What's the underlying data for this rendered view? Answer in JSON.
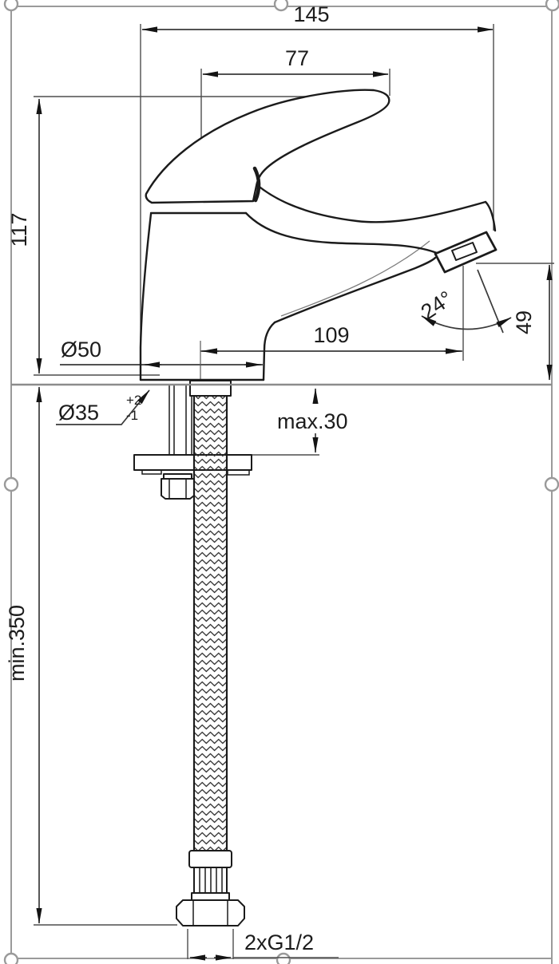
{
  "drawing": {
    "labels": {
      "overall_length": "145",
      "lever_length": "77",
      "body_height": "117",
      "base_diameter": "Ø50",
      "hole_diameter": "Ø35",
      "hole_tol_upper": "+2",
      "hole_tol_lower": "-1",
      "spout_reach": "109",
      "spout_angle": "24°",
      "outlet_height": "49",
      "max_deck_thickness": "max.30",
      "min_hose_length": "min.350",
      "thread_spec": "2xG1/2"
    },
    "colors": {
      "outline": "#1b1b1b",
      "dimension_line": "#3a3a3a",
      "frame": "#9a9a9a",
      "background": "#ffffff"
    }
  }
}
